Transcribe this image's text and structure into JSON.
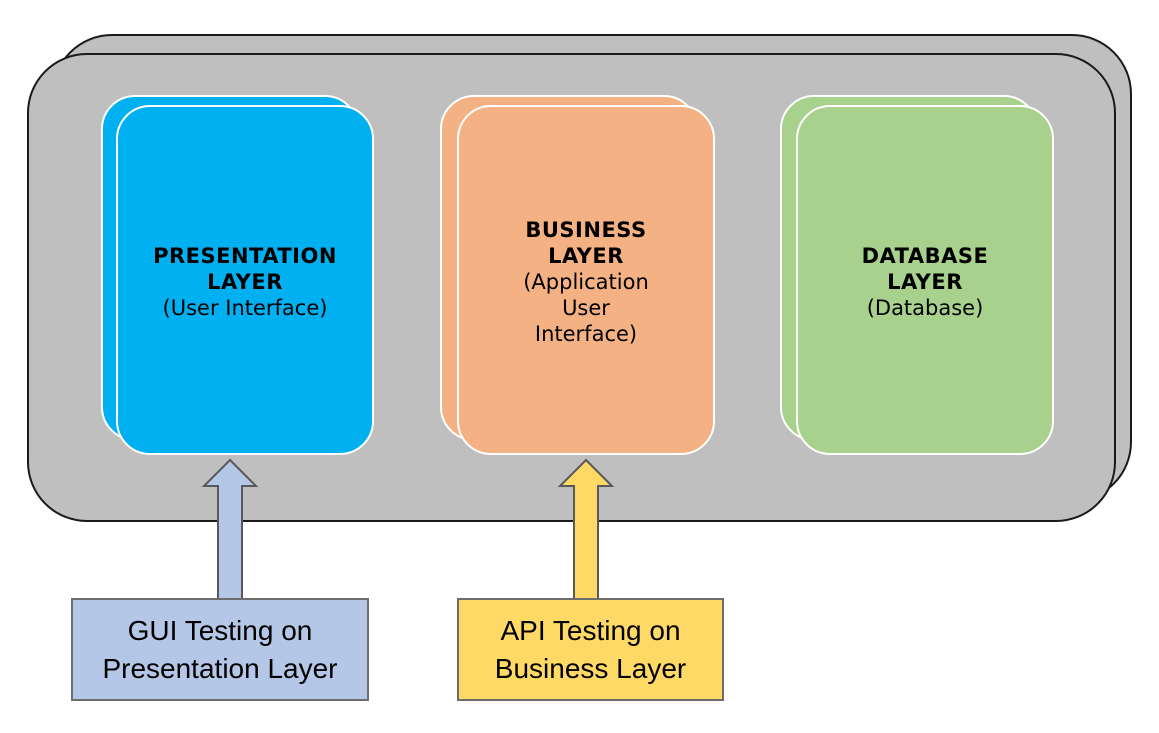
{
  "layers": [
    {
      "title_line1": "PRESENTATION",
      "title_line2": "LAYER",
      "subtitle": "(User Interface)",
      "color": "#00b0f0"
    },
    {
      "title_line1": "BUSINESS",
      "title_line2": "LAYER",
      "subtitle_lines": [
        "(Application",
        "User",
        "Interface)"
      ],
      "color": "#f4b183"
    },
    {
      "title_line1": "DATABASE",
      "title_line2": "LAYER",
      "subtitle": "(Database)",
      "color": "#a9d18e"
    }
  ],
  "testing": [
    {
      "line1": "GUI Testing on",
      "line2": "Presentation Layer",
      "color": "#b4c7e7"
    },
    {
      "line1": "API Testing on",
      "line2": "Business Layer",
      "color": "#ffd966"
    }
  ],
  "container_color": "#bfbfbf"
}
